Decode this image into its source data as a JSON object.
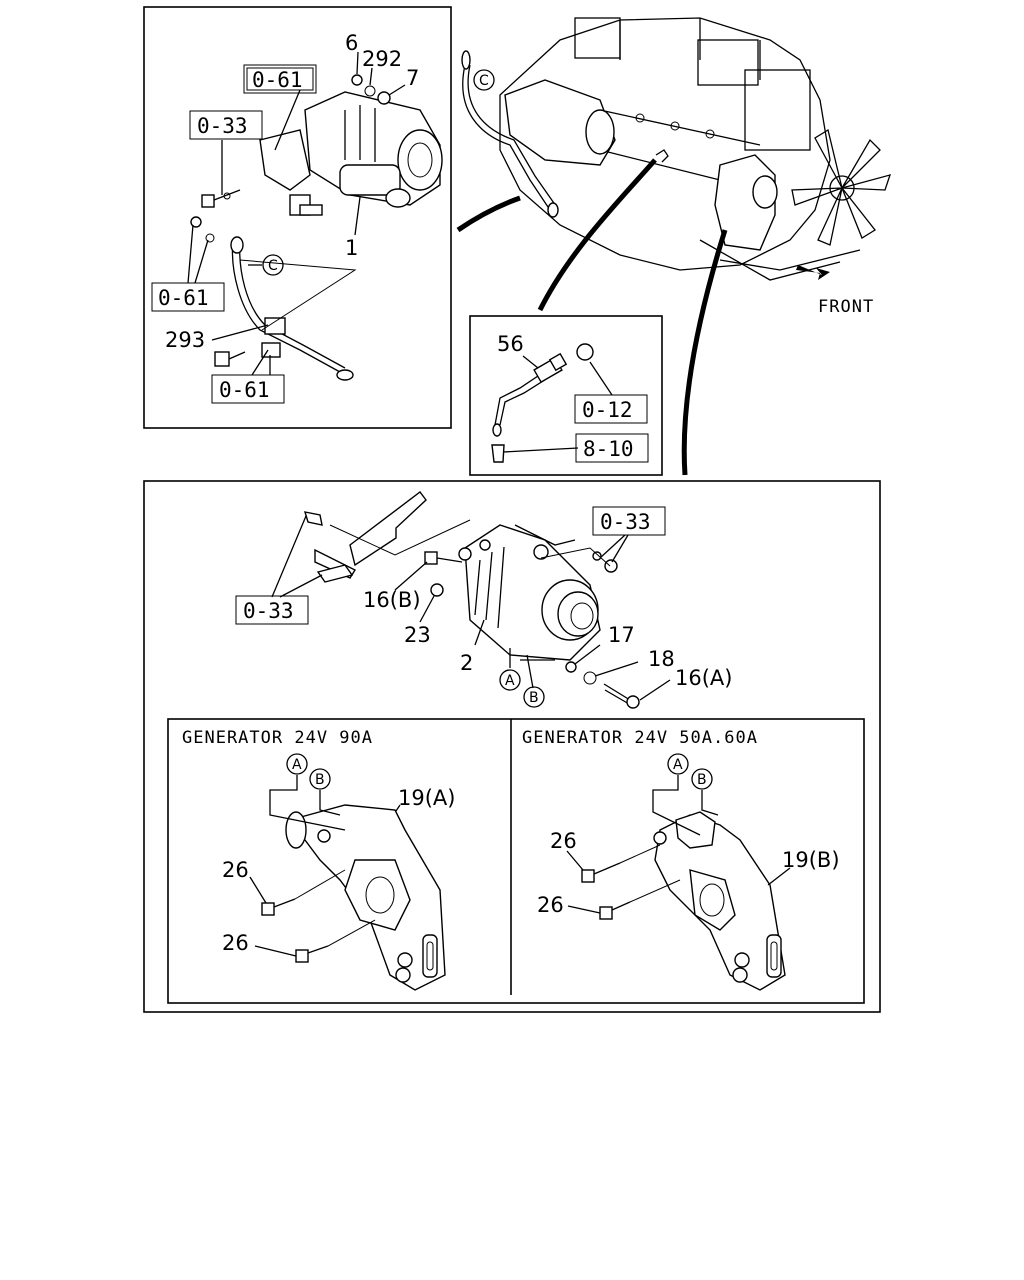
{
  "front_label": "FRONT",
  "panels": {
    "starter": {
      "callouts": {
        "p6": "6",
        "p292": "292",
        "p7": "7",
        "p1": "1",
        "p293": "293",
        "c": "C"
      },
      "refs": {
        "r061_top": "0-61",
        "r033": "0-33",
        "r061_mid": "0-61",
        "r061_bot": "0-61"
      }
    },
    "engine": {
      "c": "C"
    },
    "sensor": {
      "callouts": {
        "p56": "56"
      },
      "refs": {
        "r012": "0-12",
        "r810": "8-10"
      }
    },
    "generator": {
      "callouts": {
        "p16b": "16(B)",
        "p23": "23",
        "p2": "2",
        "p17": "17",
        "p18": "18",
        "p16a": "16(A)",
        "a": "A",
        "b": "B"
      },
      "refs": {
        "r033_left": "0-33",
        "r033_right": "0-33"
      }
    },
    "bracket_90a": {
      "title": "GENERATOR 24V 90A",
      "callouts": {
        "a": "A",
        "b": "B",
        "p19a": "19(A)",
        "p26_top": "26",
        "p26_bot": "26"
      }
    },
    "bracket_50a": {
      "title": "GENERATOR 24V 50A.60A",
      "callouts": {
        "a": "A",
        "b": "B",
        "p19b": "19(B)",
        "p26_top": "26",
        "p26_bot": "26"
      }
    }
  }
}
